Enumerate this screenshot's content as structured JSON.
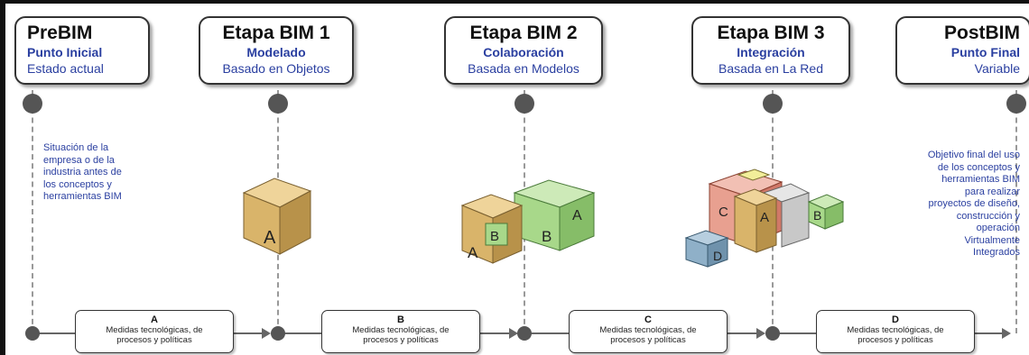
{
  "stages": [
    {
      "title": "PreBIM",
      "subtitle": "Punto Inicial",
      "desc": "Estado actual"
    },
    {
      "title": "Etapa BIM 1",
      "subtitle": "Modelado",
      "desc": "Basado en Objetos"
    },
    {
      "title": "Etapa BIM 2",
      "subtitle": "Colaboración",
      "desc": "Basada en Modelos"
    },
    {
      "title": "Etapa BIM 3",
      "subtitle": "Integración",
      "desc": "Basada en La Red"
    },
    {
      "title": "PostBIM",
      "subtitle": "Punto Final",
      "desc": "Variable"
    }
  ],
  "notes": {
    "left": [
      "Situación de la",
      "empresa o de la",
      "industria antes de",
      "los conceptos y",
      "herramientas BIM"
    ],
    "right": [
      "Objetivo final del uso",
      "de los conceptos y",
      "herramientas BIM",
      "para realizar",
      "proyectos de diseño,",
      "construcción y",
      "operación",
      "Virtualmente",
      "Integrados"
    ]
  },
  "measures": [
    {
      "letter": "A",
      "line1": "Medidas tecnológicas, de",
      "line2": "procesos y políticas"
    },
    {
      "letter": "B",
      "line1": "Medidas tecnológicas, de",
      "line2": "procesos y políticas"
    },
    {
      "letter": "C",
      "line1": "Medidas tecnológicas, de",
      "line2": "procesos y políticas"
    },
    {
      "letter": "D",
      "line1": "Medidas tecnológicas, de",
      "line2": "procesos y políticas"
    }
  ],
  "cube_labels": {
    "stage1": "A",
    "stage2_a": "A",
    "stage2_b1": "B",
    "stage2_b2": "B",
    "stage2_a2": "A",
    "stage3_a": "A",
    "stage3_b": "B",
    "stage3_c": "C",
    "stage3_d": "D"
  },
  "colors": {
    "text_blue": "#2a3fa0",
    "cube_tan": "#d9b46a",
    "cube_green": "#a8d88a",
    "cube_red": "#e8a090",
    "cube_blue": "#8fb0c8",
    "cube_yellow": "#e8e070"
  }
}
